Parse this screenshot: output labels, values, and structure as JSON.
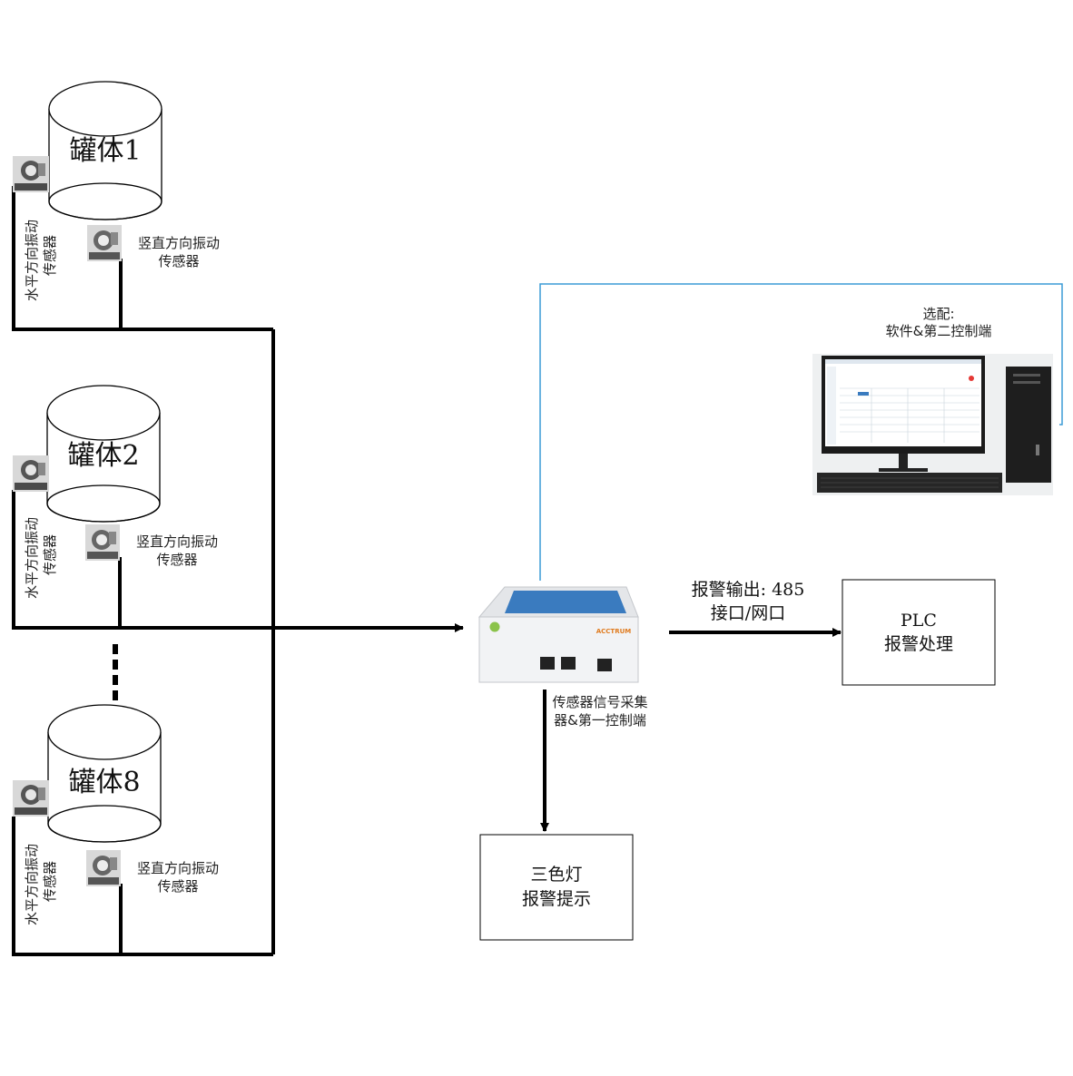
{
  "tanks": [
    {
      "label": "罐体1",
      "vertical_sensor_label": [
        "竖直方向振动",
        "传感器"
      ],
      "horizontal_sensor_label": [
        "水平方向振动",
        "传感器"
      ]
    },
    {
      "label": "罐体2",
      "vertical_sensor_label": [
        "竖直方向振动",
        "传感器"
      ],
      "horizontal_sensor_label": [
        "水平方向振动",
        "传感器"
      ]
    },
    {
      "label": "罐体8",
      "vertical_sensor_label": [
        "竖直方向振动",
        "传感器"
      ],
      "horizontal_sensor_label": [
        "水平方向振动",
        "传感器"
      ]
    }
  ],
  "collector_label": [
    "传感器信号采集",
    "器&第一控制端"
  ],
  "collector_brand": "ACCTRUM",
  "optional_label": [
    "选配:",
    "软件&第二控制端"
  ],
  "alarm_output_label": [
    "报警输出: 485",
    "接口/网口"
  ],
  "plc_box": [
    "PLC",
    "报警处理"
  ],
  "light_box": [
    "三色灯",
    "报警提示"
  ],
  "colors": {
    "wire": "#000000",
    "network_line": "#3b9bd6",
    "screen": "#3a7bbf",
    "device_body": "#eef0f2"
  }
}
